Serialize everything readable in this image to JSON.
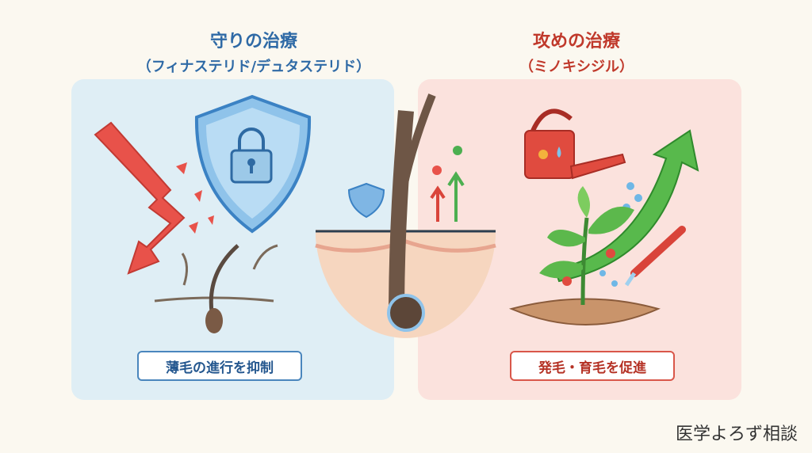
{
  "left": {
    "title": "守りの治療",
    "subtitle": "（フィナステリド/デュタステリド）",
    "label": "薄毛の進行を抑制",
    "color": "#2f6aa6"
  },
  "right": {
    "title": "攻めの治療",
    "subtitle": "（ミノキシジル）",
    "label": "発毛・育毛を促進",
    "color": "#c0392b"
  },
  "watermark": "医学よろず相談"
}
